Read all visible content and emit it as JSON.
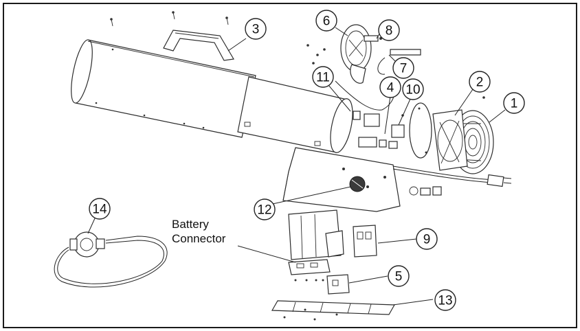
{
  "diagram": {
    "callouts": [
      {
        "id": "callout-1",
        "number": "1"
      },
      {
        "id": "callout-2",
        "number": "2"
      },
      {
        "id": "callout-3",
        "number": "3"
      },
      {
        "id": "callout-4",
        "number": "4"
      },
      {
        "id": "callout-5",
        "number": "5"
      },
      {
        "id": "callout-6",
        "number": "6"
      },
      {
        "id": "callout-7",
        "number": "7"
      },
      {
        "id": "callout-8",
        "number": "8"
      },
      {
        "id": "callout-9",
        "number": "9"
      },
      {
        "id": "callout-10",
        "number": "10"
      },
      {
        "id": "callout-11",
        "number": "11"
      },
      {
        "id": "callout-12",
        "number": "12"
      },
      {
        "id": "callout-13",
        "number": "13"
      },
      {
        "id": "callout-14",
        "number": "14"
      }
    ],
    "battery_connector_label": [
      "Battery",
      "Connector"
    ]
  }
}
